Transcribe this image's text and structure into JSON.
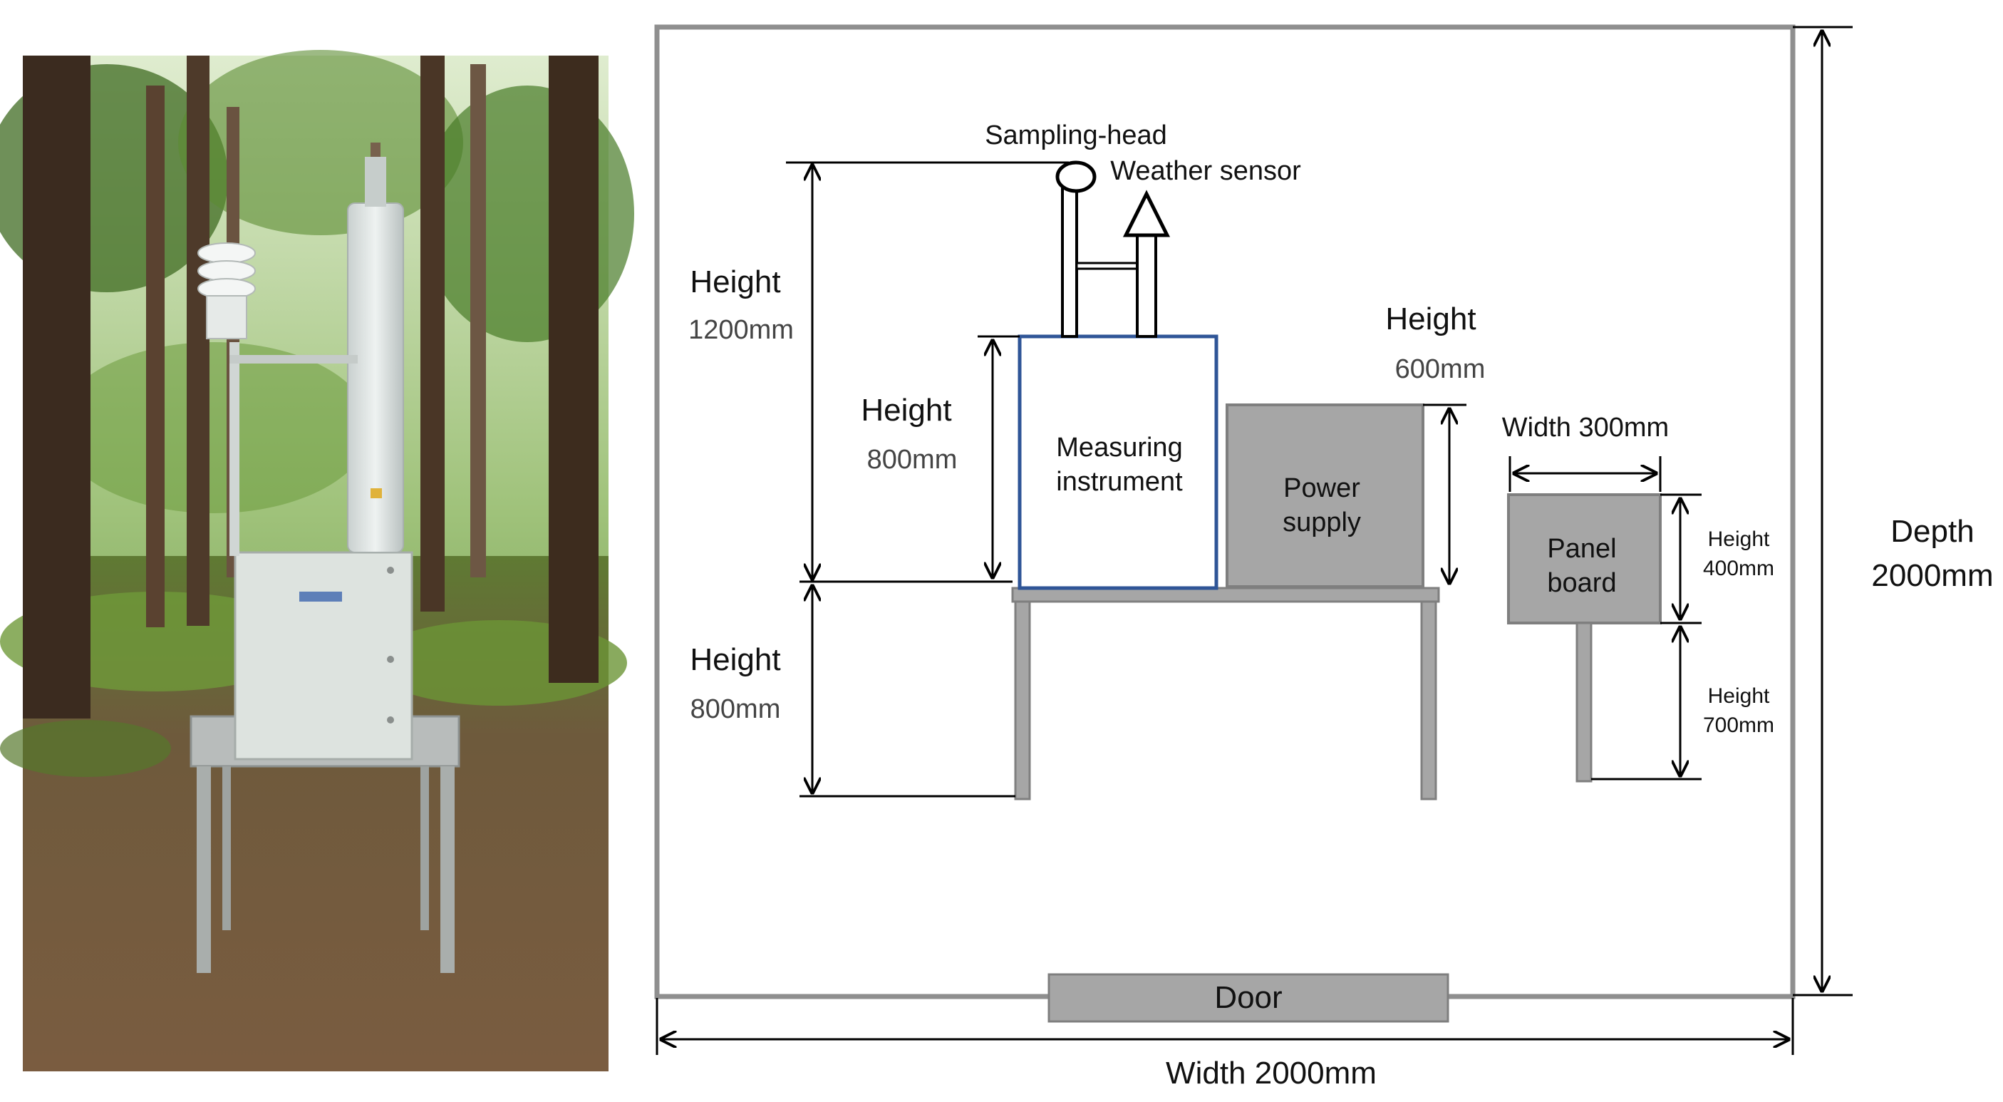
{
  "colors": {
    "frame": "#8f8f8f",
    "grey_box": "#a6a6a6",
    "grey_stroke": "#7f7f7f",
    "instrument_stroke": "#2f5597",
    "dimension_line": "#000000",
    "text": "#111111"
  },
  "photo": {
    "description_icon": "forest-photo-icon"
  },
  "labels": {
    "sampling_head": "Sampling-head",
    "weather_sensor": "Weather sensor",
    "height_1200_title": "Height",
    "height_1200_value": "1200mm",
    "height_800_top_title": "Height",
    "height_800_top_value": "800mm",
    "height_800_bottom_title": "Height",
    "height_800_bottom_value": "800mm",
    "height_600_title": "Height",
    "height_600_value": "600mm",
    "width_300": "Width 300mm",
    "height_400_title": "Height",
    "height_400_value": "400mm",
    "height_700_title": "Height",
    "height_700_value": "700mm",
    "depth_title": "Depth",
    "depth_value": "2000mm",
    "width_total": "Width 2000mm",
    "measuring_line1": "Measuring",
    "measuring_line2": "instrument",
    "power_line1": "Power",
    "power_line2": "supply",
    "panel_line1": "Panel",
    "panel_line2": "board",
    "door": "Door"
  }
}
